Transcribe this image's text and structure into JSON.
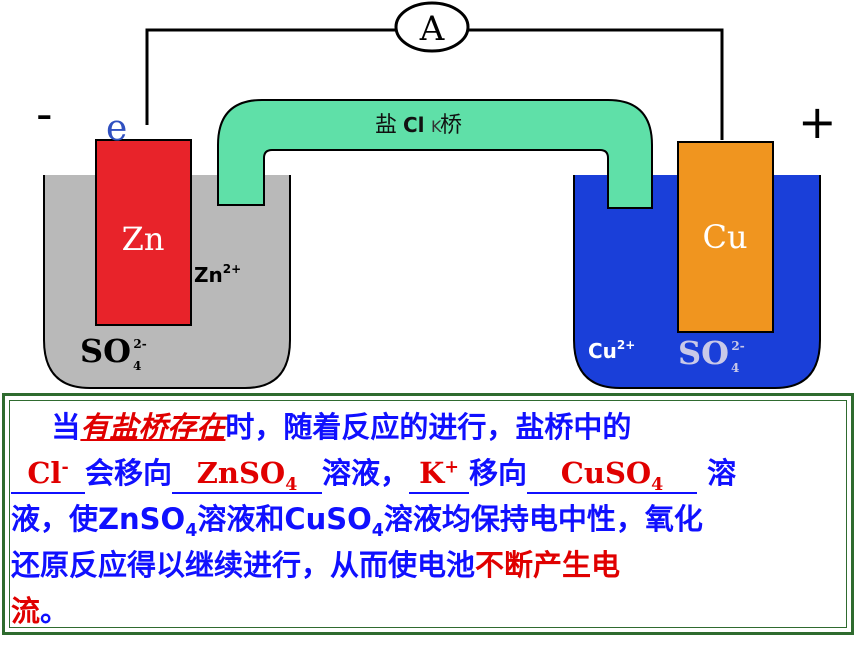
{
  "diagram": {
    "ammeter_label": "A",
    "minus_sign": "-",
    "plus_sign": "+",
    "electron_label": "e",
    "salt_bridge_label": "盐",
    "salt_bridge_label2": "桥",
    "salt_bridge_ions": "Cl",
    "salt_bridge_k": "K",
    "left_electrode": "Zn",
    "right_electrode": "Cu",
    "zn_ion": "Zn",
    "zn_ion_charge": "2+",
    "cu_ion": "Cu",
    "cu_ion_charge": "2+",
    "sulfate": "SO",
    "sulfate_sub": "4",
    "sulfate_sup": "2-"
  },
  "text": {
    "p1_start": "当",
    "p1_emph": "有盐桥存在",
    "p1_rest": "时，随着反应的进行，盐桥中的",
    "blank1": "Cl",
    "blank1_sup": "-",
    "p2_a": "会移向",
    "blank2": "ZnSO",
    "blank2_sub": "4",
    "p2_b": "溶液，",
    "blank3": "K",
    "blank3_sup": "+",
    "p2_c": "移向",
    "blank4": "CuSO",
    "blank4_sub": "4",
    "p2_d": " 溶",
    "p3_a": "液，使ZnSO",
    "p3_sub1": "4",
    "p3_b": "溶液和CuSO",
    "p3_sub2": "4",
    "p3_c": "溶液均保持电中性，氧化",
    "p4_a": "还原反应得以继续进行，从而使电池",
    "p4_red": "不断产生电",
    "p5_red": "流",
    "p5_end": "。"
  },
  "colors": {
    "zn_electrode": "#e8232a",
    "cu_electrode": "#f0951f",
    "left_solution": "#b9b9b9",
    "right_solution": "#1a3fd9",
    "salt_bridge": "#5fe0a8",
    "text_blue": "#1010ff",
    "text_red": "#e00000",
    "border_green": "#2f6b2f"
  }
}
